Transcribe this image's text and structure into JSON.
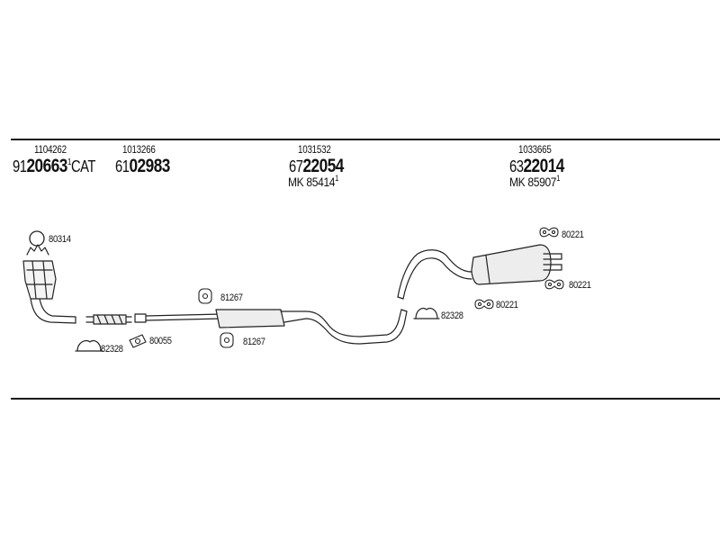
{
  "assemblies": [
    {
      "ref": "1104262",
      "prefix": "91",
      "number": "20663",
      "sup": "1",
      "suffix": "CAT",
      "mk_label": "",
      "mk": "",
      "mk_sup": ""
    },
    {
      "ref": "1013266",
      "prefix": "61",
      "number": "02983",
      "sup": "",
      "suffix": "",
      "mk_label": "",
      "mk": "",
      "mk_sup": ""
    },
    {
      "ref": "1031532",
      "prefix": "67",
      "number": "22054",
      "sup": "",
      "suffix": "",
      "mk_label": "MK",
      "mk": "85414",
      "mk_sup": "1"
    },
    {
      "ref": "1033665",
      "prefix": "63",
      "number": "22014",
      "sup": "",
      "suffix": "",
      "mk_label": "MK",
      "mk": "85907",
      "mk_sup": "1"
    }
  ],
  "parts": {
    "ring_80314": "80314",
    "clamp_82328_left": "82328",
    "gasket_80055": "80055",
    "hanger_81267_top": "81267",
    "hanger_81267_bottom": "81267",
    "clamp_82328_right": "82328",
    "hanger_80221_top": "80221",
    "hanger_80221_right": "80221",
    "hanger_80221_bottom": "80221"
  }
}
